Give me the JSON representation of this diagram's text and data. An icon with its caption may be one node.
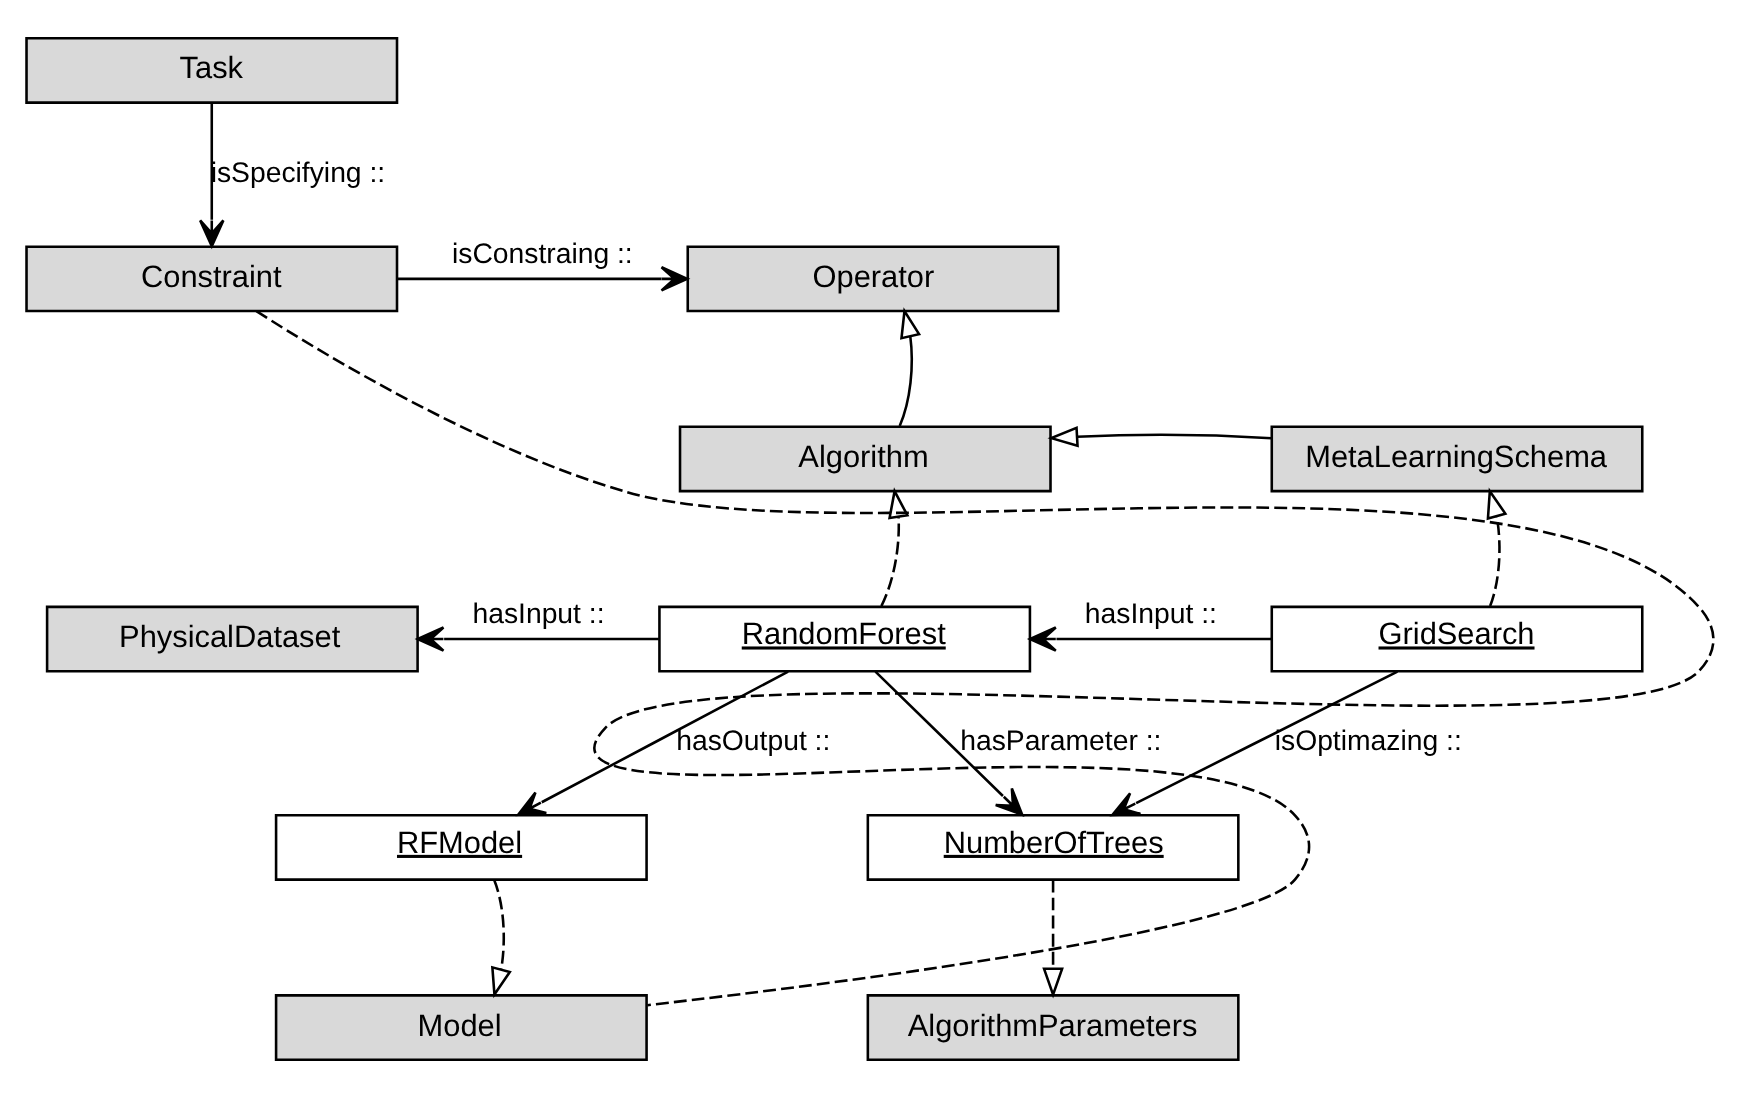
{
  "diagram": {
    "nodes": [
      {
        "text": [
          "Task"
        ]
      },
      {
        "text": [
          "Constraint"
        ]
      },
      {
        "text": [
          "Operator"
        ]
      },
      {
        "text": [
          "Algorithm"
        ]
      },
      {
        "text": [
          "MetaLearningSchema"
        ]
      },
      {
        "text": [
          "PhysicalDataset"
        ]
      },
      {
        "text": [
          "RandomForest"
        ]
      },
      {
        "text": [
          "GridSearch"
        ]
      },
      {
        "text": [
          "RFModel"
        ]
      },
      {
        "text": [
          "NumberOfTrees"
        ]
      },
      {
        "text": [
          "Model"
        ]
      },
      {
        "text": [
          "AlgorithmParameters"
        ]
      }
    ],
    "edges": [
      {
        "from": 0,
        "to": 1,
        "arrow": "to",
        "label": "isSpecifying ::"
      },
      {
        "from": 1,
        "to": 2,
        "arrow": "to",
        "label": "isConstraing ::"
      },
      {
        "from": 3,
        "to": 2,
        "arrow": "to"
      },
      {
        "from": 4,
        "to": 3,
        "arrow": "to"
      },
      {
        "from": 6,
        "to": 3,
        "arrow": "to",
        "style": "dashed"
      },
      {
        "from": 7,
        "to": 4,
        "arrow": "to",
        "style": "dashed"
      },
      {
        "from": 6,
        "to": 5,
        "arrow": "to",
        "label": "hasInput ::"
      },
      {
        "from": 6,
        "to": 8,
        "arrow": "to",
        "label": "hasOutput ::"
      },
      {
        "from": 6,
        "to": 9,
        "arrow": "to",
        "label": "hasParameter ::"
      },
      {
        "from": 7,
        "to": 6,
        "arrow": "to",
        "label": "hasInput ::"
      },
      {
        "from": 7,
        "to": 9,
        "arrow": "to",
        "label": "isOptimazing ::"
      },
      {
        "from": 8,
        "to": 10,
        "arrow": "to",
        "style": "dashed"
      },
      {
        "from": 9,
        "to": 11,
        "arrow": "to",
        "style": "dashed"
      },
      {
        "from": 1,
        "to": 10,
        "arrow": "none",
        "style": "dashed"
      }
    ]
  }
}
